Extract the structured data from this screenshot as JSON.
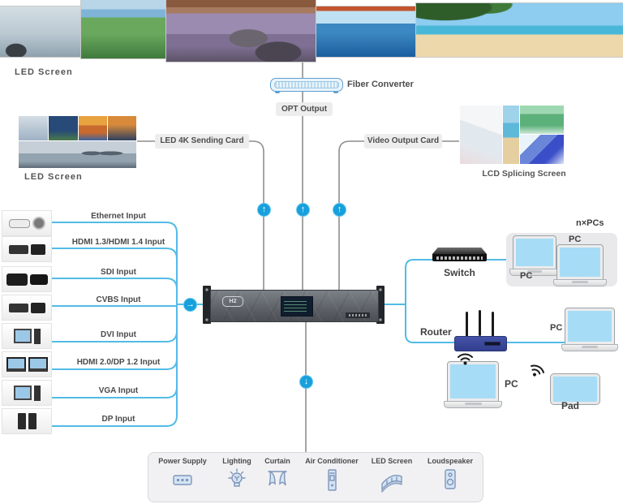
{
  "glyphs": {
    "arrow_up": "↑",
    "arrow_right": "→",
    "arrow_down": "↓"
  },
  "screens": {
    "top_led": "LED Screen",
    "left_led": "LED Screen",
    "lcd": "LCD Splicing Screen"
  },
  "fiber": {
    "label": "Fiber Converter",
    "opt": "OPT Output"
  },
  "cards": {
    "sending": "LED 4K Sending Card",
    "video": "Video Output Card"
  },
  "inputs": [
    {
      "label": "Ethernet Input"
    },
    {
      "label": "HDMI 1.3/HDMI 1.4 Input"
    },
    {
      "label": "SDI Input"
    },
    {
      "label": "CVBS Input"
    },
    {
      "label": "DVI Input"
    },
    {
      "label": "HDMI 2.0/DP 1.2 Input"
    },
    {
      "label": "VGA Input"
    },
    {
      "label": "DP Input"
    }
  ],
  "processor": {
    "logo": "H2"
  },
  "network": {
    "switch": "Switch",
    "router": "Router",
    "group": "n×PCs",
    "pc": "PC",
    "pad": "Pad"
  },
  "peripherals": [
    {
      "label": "Power Supply",
      "icon": "power-strip-icon"
    },
    {
      "label": "Lighting",
      "icon": "bulb-icon"
    },
    {
      "label": "Curtain",
      "icon": "curtain-icon"
    },
    {
      "label": "Air Conditioner",
      "icon": "air-conditioner-icon"
    },
    {
      "label": "LED Screen",
      "icon": "led-screen-icon"
    },
    {
      "label": "Loudspeaker",
      "icon": "speaker-icon"
    }
  ],
  "colors": {
    "line_blue": "#53bbe6",
    "line_gray": "#8e8e8e",
    "arrow": "#17a0dc",
    "badge_bg": "#ededed"
  }
}
